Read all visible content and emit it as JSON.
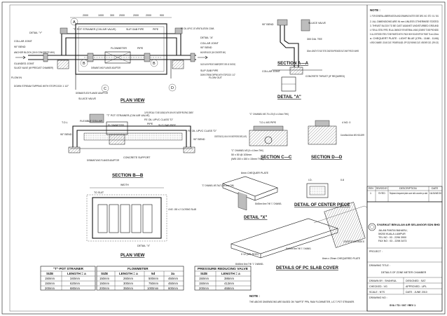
{
  "notes": {
    "heading": "NOTE :",
    "items": [
      "1. FOR GENERAL ABBREVIATION AND DRAWING NOTES SEE DRG. NO. STD / 01 / 001",
      "2. ALL DIMENSIONS ARE IN mm UNLESS OTHERWISE STATED",
      "3. THRUST BLOCK TO BE CAST AGAINST UNDISTURBED GROUND",
      "4. FOR ALL STEEL PIPES, RE-ALL DMENCE FOR INTERNAL LINING (CEMENT TO BE PROVIDED",
      "5. ALL EXPOSED STEEL TO BE PAINTED WITH 2 PACK HIGH SOLIDS EPOXY PAINT 70-mm 125mm",
      "a. CHEQUERT PLATE : LIGHT BLUE (CPA - 1168 - 1146)",
      "b. BRICK CHAMBER - CEILING COAT - PROMIER BLUE(B - DPP 1CE) FINISHING COAT - WEATHER COAT - (DPW 1CE)"
    ]
  },
  "revision_table": {
    "headers": [
      "REV",
      "REVISED BY",
      "DESCRIPTION",
      "DATE"
    ],
    "rows": [
      [
        "1",
        "SYED",
        "Replaced chequered plate cover with concrete pc slab",
        "16/JUNE/10"
      ]
    ]
  },
  "title_block": {
    "company": "SYARIKAT BEKALAN AIR SELANGOR SDN BHD",
    "address": [
      "JALAN PANTAI BAHARU,",
      "59200 KUALA LUMPUR",
      "TEL NO : 03 - 2296 3900",
      "FAX NO : 03 - 2298 3473"
    ],
    "project_label": "PROJECT :",
    "drawing_title_label": "DRAWING TITLE :",
    "drawing_title": "DETAILS OF ZONE METER CHAMBER",
    "drawn_by": "DRAWN BY : SHAHRUL",
    "designed": "DESIGNED : SAT",
    "checked": "CHECKED : VG",
    "approved": "APPROVED : UPL",
    "scale": "SCALE : NTS",
    "date": "DATE : JUNE 2010",
    "drawing_no_label": "DRAWING NO :",
    "drawing_no": "SYA / TD / 007 / REV 1"
  },
  "plan_top": {
    "title": "PLAN VIEW",
    "dims": [
      "2000",
      "1000",
      "300",
      "2000",
      "2000",
      "2000",
      "900"
    ],
    "labels_left": [
      "\"T\" POT STRAINER (C/W AIR VALVE)",
      "DETAIL \"Y\"",
      "COLLAR JOINT",
      "90° BEND",
      "ANCHOR BLOCK (15:5 CONCRETE MIX)",
      "GLANDED JOINT",
      "SLUICE VALVE (W/ PRECAST CHAMBER)",
      "FLOW IN",
      "DOWN STREAM TAPPING WITH STOPCOCK 1 1/2\""
    ],
    "labels_center": [
      "SLIP-SAB PIPE",
      "PIPE",
      "FLOWMETER",
      "DISMANTLING FLANGE ADAPTOR",
      "PIPE",
      "DISMANTLED FLANGE ADAPTOR",
      "SLUICE VALVE"
    ],
    "labels_right": [
      "FE OIL UPVC 1S VENTILATION COWL",
      "DETAIL \"A\"",
      "COLLAR JOINT",
      "90° BEND",
      "ANCHOR BLOCK (15:5 CONCRETE MIX)",
      "SLUICE VALVE W/ PRECAST CHAMBER (REFER TO DRG. NO. SYA/TD/002)",
      "SLIP-SAB PIPE",
      "DOWN STREAM TAPPING WITH STOPCOCK 1 1/2\"",
      "FLOW OUT"
    ],
    "section_markers": [
      "A",
      "B",
      "B",
      "C",
      "D"
    ]
  },
  "section_b": {
    "title": "SECTION B—B",
    "labels": [
      "\"T\" POT STRAINER (C/W AIR VALVE)",
      "FLEXIBLE COLLAR",
      "FLOWMETER",
      "PIPE",
      "DISMANTLING FLANGE ADAPTOR",
      "CONCRETE SUPPORT",
      "CLIPS (SPECIALLY TO BE ELIGIBLE) WITH 100% UPVC WATER PROOFING CEMENT",
      "FE OIL UPVC CLASS \"D\"",
      "SLIT-SAB PIPE",
      "FE OIL UPVC CLASS \"D\"",
      "90° BEND",
      "90° BEND",
      "T.O.L"
    ]
  },
  "plan_bottom": {
    "title": "PLAN VIEW",
    "labels": [
      "WIDTH",
      "TO SUIT",
      "DETAIL \"X\"",
      "4 NO. 150 x 2 CLOSING SLAB"
    ]
  },
  "section_a": {
    "title": "SECTION A—A",
    "labels": [
      "90° BEND",
      "SLUICE VALVE",
      "300 DIA. TEE",
      "300mm LENGTH TO SUIT SITE CONDITION PROVIDED SLIT-SHAFT PIECE IN 8HRS",
      "COLLAR JOINT",
      "CONCRETE THRUST (IF REQUIRED)"
    ]
  },
  "detail_a": {
    "title": "DETAIL \"A\""
  },
  "section_c": {
    "title": "SECTION C—C",
    "labels": [
      "\"C\" CHANNEL MS 75 x 25 (5 x 4.5mm THK)",
      "T.O.L MS PIPE",
      "CONCRETE GRADE 30 (1:2:4 MIN. W/ 1% PLUS WATER PROOFING CEMENT (1 LAYER))",
      "\"C\" CHANNEL MS (5 x 4.5mm THK)",
      "50 x 50 @ 100mm",
      "(WB 150 x 150 x 15mm THK)"
    ]
  },
  "section_d": {
    "title": "SECTION D—D",
    "labels": [
      "4 NO. 0",
      "11mmBox10mm MS HOLDER"
    ]
  },
  "detail_x": {
    "title": "DETAIL \"X\"",
    "labels": [
      "6mm CHEQUER PLATE",
      "\"C\" CHANNEL MS 75x27 (5x4.5mm THK)",
      "50x50mm 5mm THK \"L\" CHANNEL"
    ]
  },
  "detail_center": {
    "title": "DETAIL OF CENTER PIECE",
    "labels": [
      "I.D.",
      "0.8"
    ]
  },
  "pc_slab": {
    "title": "DETAILS OF PC SLAB COVER",
    "labels": [
      "0 12 (MS ROD)",
      "80x80mm 5mm THK \"L\" CHANNEL",
      "80x80mm 5mm THK \"L\" CHANNEL",
      "CONCRETE SLAB GRADE 30",
      "8mm x 25mm CHEQUERED PLATE"
    ]
  },
  "tables": [
    {
      "title": "\"T\"-POT STRAINER",
      "headers": [
        "SIZE",
        "LENGTH = a"
      ],
      "rows": [
        [
          "150mm",
          "340mm"
        ],
        [
          "150mm",
          "620mm"
        ],
        [
          "200mm",
          "680mm"
        ]
      ]
    },
    {
      "title": "FLOWMETER",
      "headers": [
        "SIZE",
        "LENGTH = a",
        "5d",
        "3a"
      ],
      "rows": [
        [
          "150mm",
          "260mm",
          "500mm",
          "450mm"
        ],
        [
          "150mm",
          "300mm",
          "750mm",
          "450mm"
        ],
        [
          "200mm",
          "350mm",
          "1000mm",
          "600mm"
        ]
      ]
    },
    {
      "title": "PRESSURE REDUCING VALVE",
      "headers": [
        "SIZE",
        "LENGTH = a"
      ],
      "rows": [
        [
          "150mm",
          "386mm"
        ],
        [
          "150mm",
          "413mm"
        ],
        [
          "200mm",
          "468mm"
        ]
      ]
    }
  ],
  "bottom_note": {
    "heading": "NOTE :",
    "text": "THE ABOVE DIMENSIONS ARE BASED ON \"MAPTE\" PPA, RAM FLOWMETER, L/C T-POT STRAINER."
  }
}
